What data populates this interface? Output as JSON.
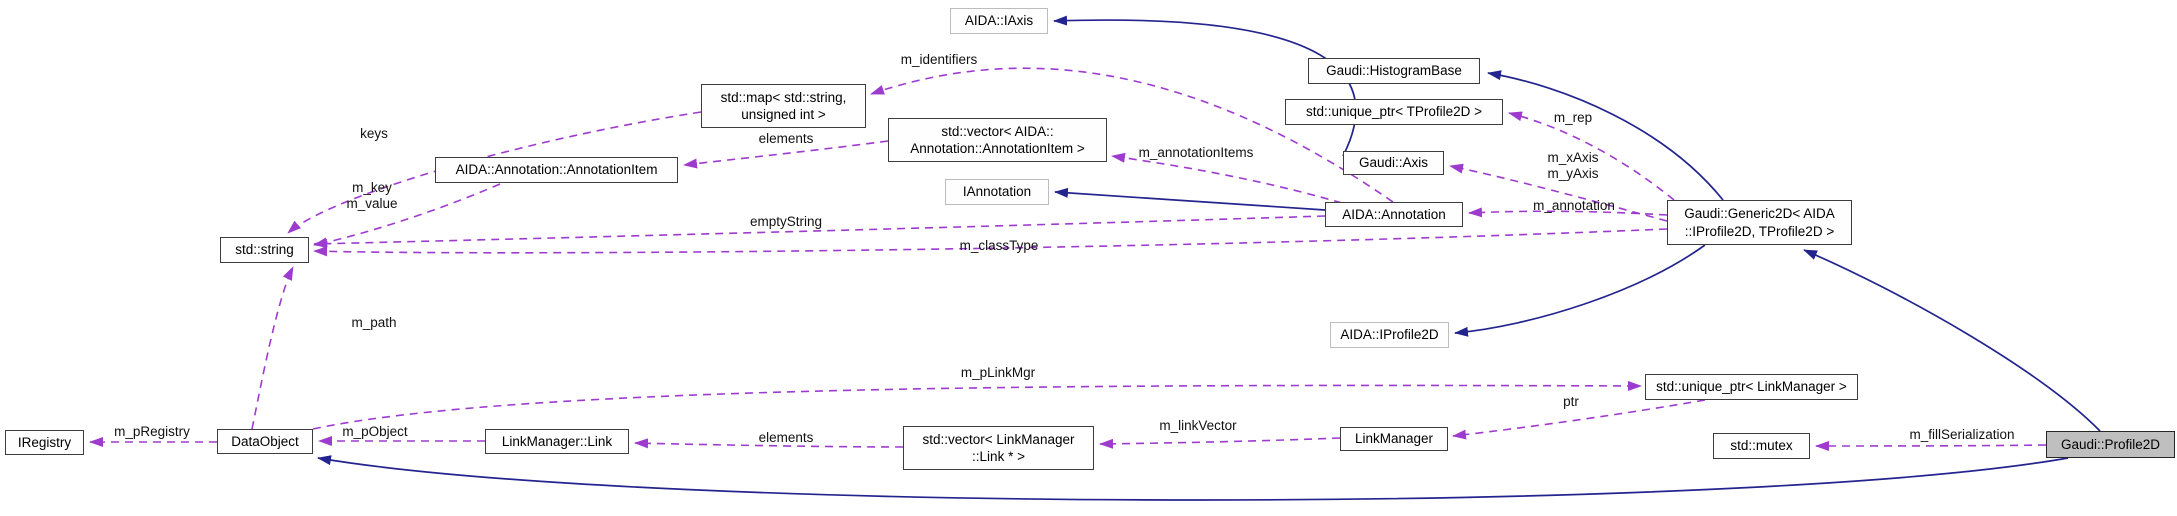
{
  "diagram_type": "collaboration-graph",
  "colors": {
    "background": "#ffffff",
    "inheritance_edge": "#24248f",
    "member_edge": "#9e3bcf",
    "node_border": "#3d3d3d",
    "external_node_border": "#bdbdbd",
    "focus_node_fill": "#bfbfbf"
  },
  "nodes": {
    "iaxis": "AIDA::IAxis",
    "histogram_base": "Gaudi::HistogramBase",
    "unique_ptr_tprofile2d": "std::unique_ptr< TProfile2D >",
    "gaudi_axis": "Gaudi::Axis",
    "std_map": "std::map< std::string,\nunsigned int >",
    "vector_annotation_item": "std::vector< AIDA::\nAnnotation::AnnotationItem >",
    "annotation_item": "AIDA::Annotation::AnnotationItem",
    "iannotation": "IAnnotation",
    "aida_annotation": "AIDA::Annotation",
    "generic2d": "Gaudi::Generic2D< AIDA\n::IProfile2D, TProfile2D >",
    "std_string": "std::string",
    "iprofile2d": "AIDA::IProfile2D",
    "unique_ptr_linkmanager": "std::unique_ptr< LinkManager >",
    "std_mutex": "std::mutex",
    "profile2d": "Gaudi::Profile2D",
    "iregistry": "IRegistry",
    "dataobject": "DataObject",
    "linkmanager_link": "LinkManager::Link",
    "vector_link": "std::vector< LinkManager\n::Link * >",
    "linkmanager": "LinkManager"
  },
  "labels": {
    "m_identifiers": "m_identifiers",
    "keys": "keys",
    "elements_top": "elements",
    "m_key_value": "m_key\nm_value",
    "m_annotationItems": "m_annotationItems",
    "m_rep": "m_rep",
    "m_xaxis_yaxis": "m_xAxis\nm_yAxis",
    "m_annotation": "m_annotation",
    "emptyString": "emptyString",
    "m_classType": "m_classType",
    "m_path": "m_path",
    "m_pLinkMgr": "m_pLinkMgr",
    "ptr": "ptr",
    "m_linkVector": "m_linkVector",
    "elements_bottom": "elements",
    "m_pObject": "m_pObject",
    "m_pRegistry": "m_pRegistry",
    "m_fillSerialization": "m_fillSerialization"
  }
}
